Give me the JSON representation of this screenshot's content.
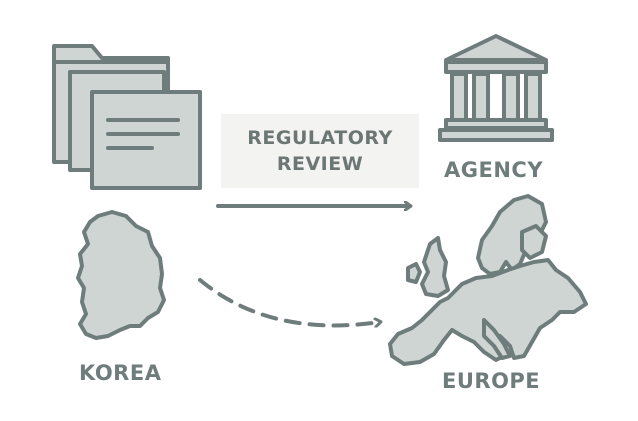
{
  "labels": {
    "review_line1": "REGULATORY",
    "review_line2": "REVIEW",
    "agency": "AGENCY",
    "korea": "KOREA",
    "europe": "EUROPE"
  },
  "icons": {
    "documents": "folder-documents-icon",
    "agency": "government-building-icon",
    "korea": "korea-map-icon",
    "europe": "europe-map-icon"
  },
  "colors": {
    "stroke": "#6e7d7c",
    "fill": "#ced5d2",
    "text": "#6e7d7c",
    "review_text": "#6b7675",
    "panel": "#f3f3f1"
  }
}
